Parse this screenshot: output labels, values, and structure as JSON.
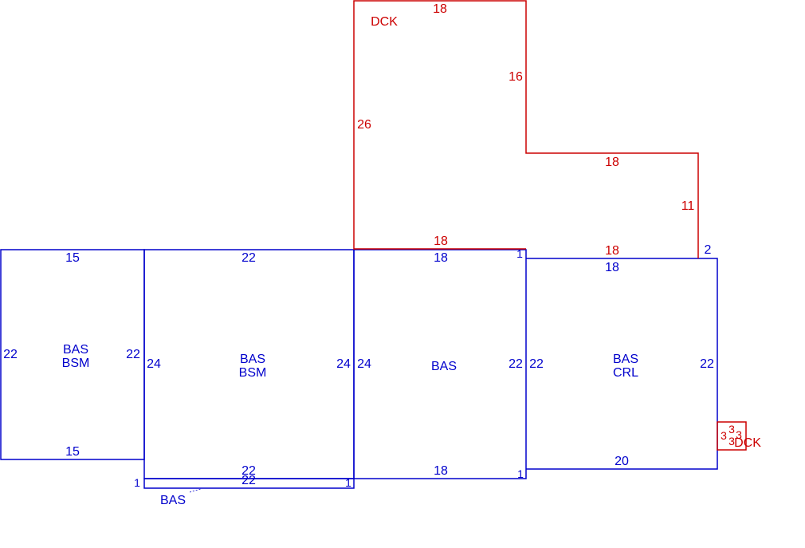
{
  "colors": {
    "living": "#0000cc",
    "deck": "#cc0000",
    "background": "#ffffff"
  },
  "areas": [
    {
      "id": "bas-bsm-left",
      "code_lines": [
        "BAS",
        "BSM"
      ],
      "dimensions": {
        "top": "15",
        "bottom": "15",
        "left": "22",
        "right": "22"
      }
    },
    {
      "id": "bas-bsm-center",
      "code_lines": [
        "BAS",
        "BSM"
      ],
      "dimensions": {
        "top": "22",
        "bottom": "22",
        "left": "24",
        "right": "24"
      }
    },
    {
      "id": "bas-main",
      "code_lines": [
        "BAS"
      ],
      "dimensions": {
        "top": "18",
        "bottom": "18",
        "left": "24",
        "right": "22",
        "top_right_offset": "1",
        "bottom_right_offset": "1"
      }
    },
    {
      "id": "bas-crl",
      "code_lines": [
        "BAS",
        "CRL"
      ],
      "dimensions": {
        "top": "18",
        "bottom": "20",
        "left": "22",
        "right": "22",
        "top_right_offset": "2"
      }
    },
    {
      "id": "bas-strip",
      "code_lines": [
        "BAS"
      ],
      "dimensions": {
        "top": "22",
        "left": "1",
        "right": "1"
      }
    }
  ],
  "decks": [
    {
      "id": "dck-main",
      "code": "DCK",
      "dimensions": {
        "top": "18",
        "upper_right": "16",
        "middle": "18",
        "right": "11",
        "left": "26",
        "bottom_left": "18",
        "bottom_right": "18"
      }
    },
    {
      "id": "dck-small",
      "code": "DCK",
      "dimensions": {
        "top": "3",
        "left": "3",
        "right": "3",
        "bottom": "3"
      }
    }
  ]
}
